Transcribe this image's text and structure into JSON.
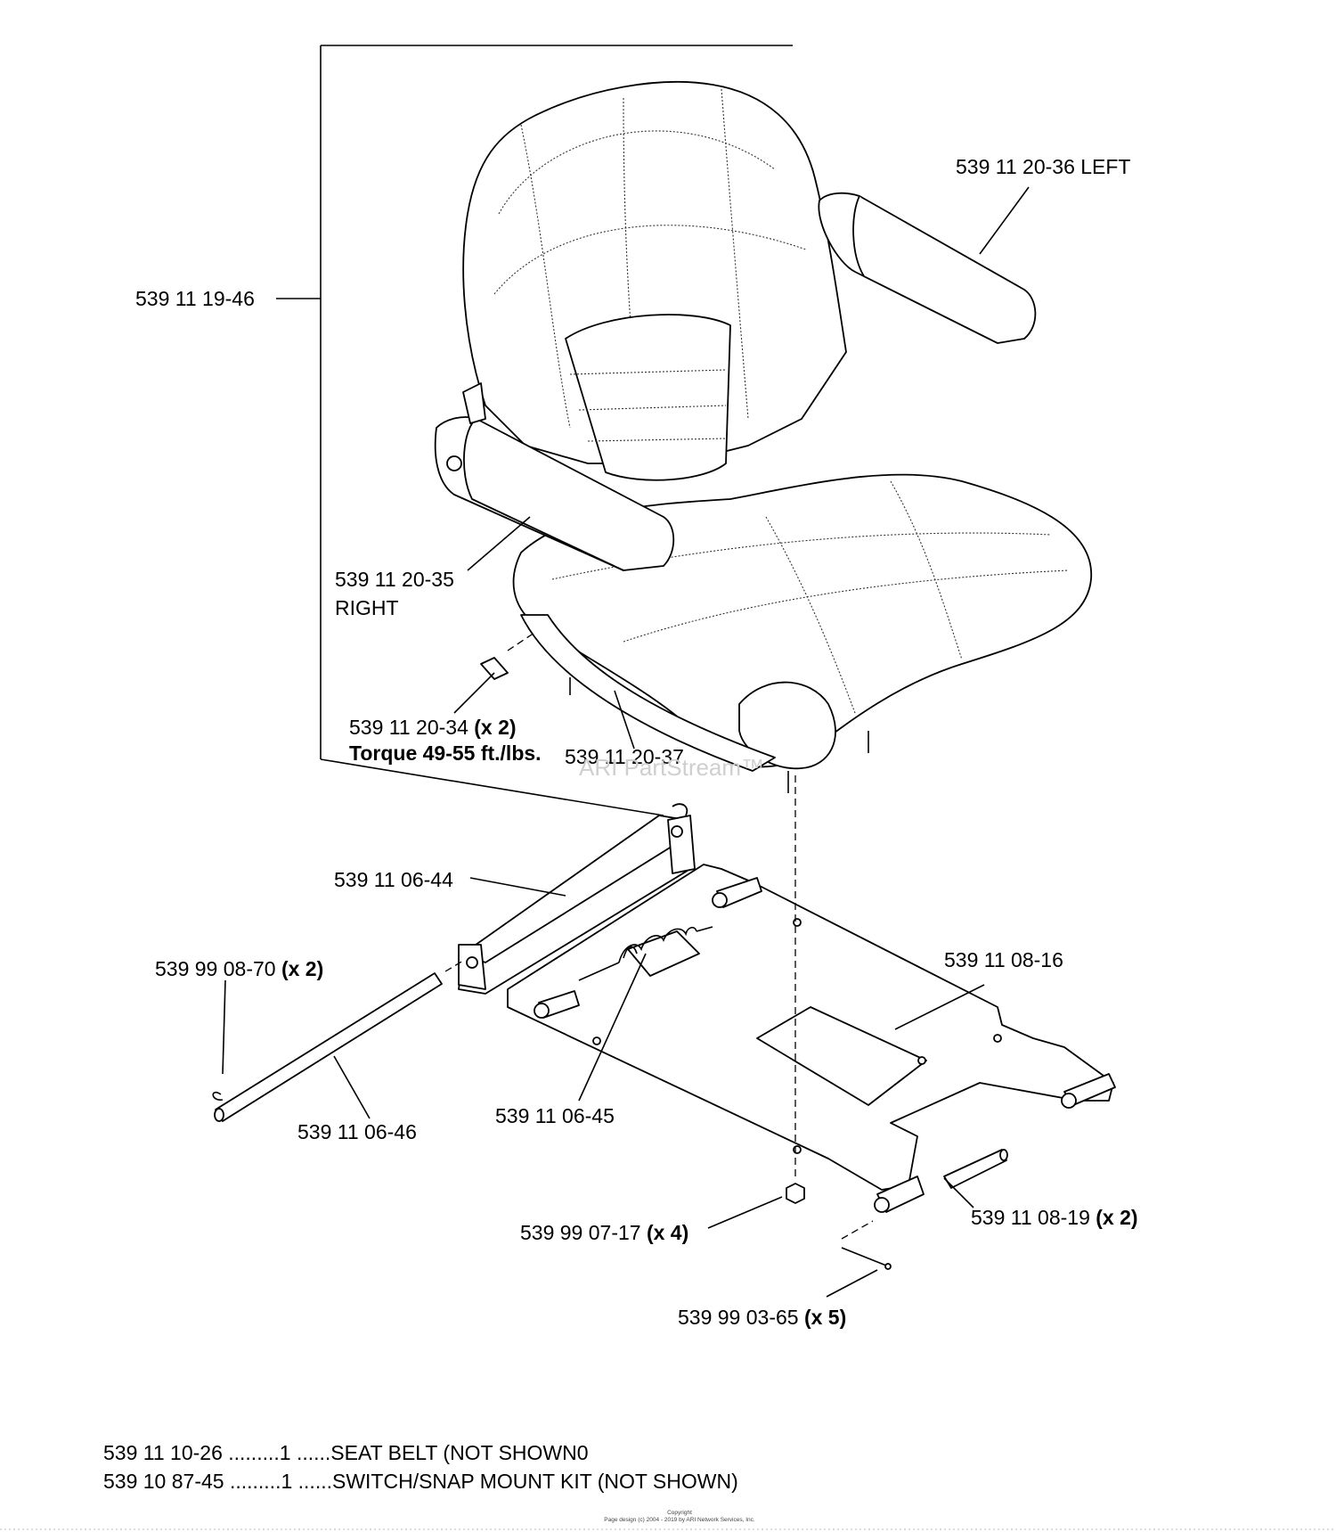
{
  "parts": {
    "p1": {
      "num": "539 11 19-46"
    },
    "p2": {
      "num": "539 11 20-36 LEFT"
    },
    "p3": {
      "num": "539 11 20-35",
      "sub": "RIGHT"
    },
    "p4": {
      "num": "539 11 20-34",
      "qty": "(x 2)",
      "note": "Torque 49-55 ft./lbs."
    },
    "p5": {
      "num": "539 11 20-37"
    },
    "p6": {
      "num": "539 11 06-44"
    },
    "p7": {
      "num": "539 99 08-70",
      "qty": "(x 2)"
    },
    "p8": {
      "num": "539 11 08-16"
    },
    "p9": {
      "num": "539 11 06-46"
    },
    "p10": {
      "num": "539 11 06-45"
    },
    "p11": {
      "num": "539 99 07-17",
      "qty": "(x 4)"
    },
    "p12": {
      "num": "539 11 08-19",
      "qty": "(x 2)"
    },
    "p13": {
      "num": "539 99 03-65",
      "qty": "(x 5)"
    }
  },
  "watermark": "ARI PartStream™",
  "footnotes": [
    {
      "text": "539 11 10-26 .........1 ......SEAT BELT (NOT SHOWN0"
    },
    {
      "text": "539 10 87-45 .........1 ......SWITCH/SNAP MOUNT KIT (NOT SHOWN)"
    }
  ],
  "copyright": {
    "line1": "Copyright",
    "line2": "Page design (c) 2004 - 2019 by ARI Network Services, Inc."
  }
}
